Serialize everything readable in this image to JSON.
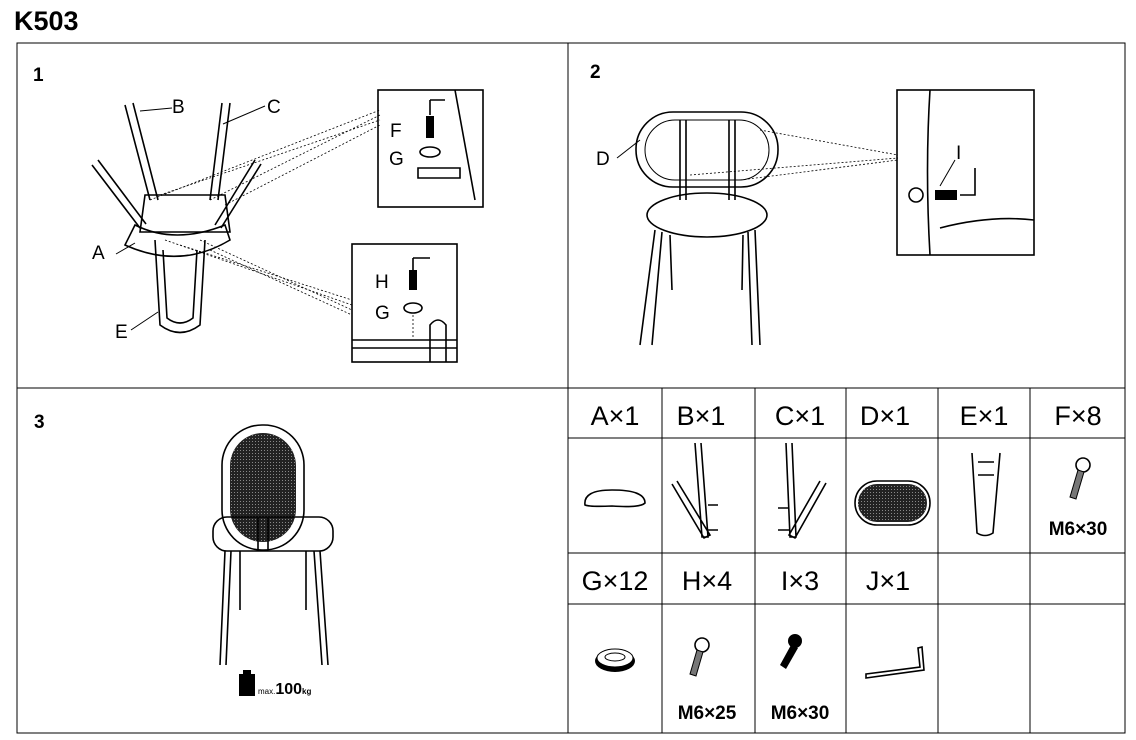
{
  "title": "K503",
  "steps": {
    "step1": {
      "number": "1",
      "labels": {
        "a": "A",
        "b": "B",
        "c": "C",
        "e": "E",
        "f": "F",
        "g1": "G",
        "h": "H",
        "g2": "G"
      }
    },
    "step2": {
      "number": "2",
      "labels": {
        "d": "D",
        "i": "I"
      }
    },
    "step3": {
      "number": "3",
      "weight_prefix": "max.",
      "weight_value": "100",
      "weight_unit": "kg"
    }
  },
  "parts": [
    {
      "label": "A×1",
      "spec": ""
    },
    {
      "label": "B×1",
      "spec": ""
    },
    {
      "label": "C×1",
      "spec": ""
    },
    {
      "label": "D×1",
      "spec": ""
    },
    {
      "label": "E×1",
      "spec": ""
    },
    {
      "label": "F×8",
      "spec": "M6×30"
    },
    {
      "label": "G×12",
      "spec": ""
    },
    {
      "label": "H×4",
      "spec": "M6×25"
    },
    {
      "label": "I×3",
      "spec": "M6×30"
    },
    {
      "label": "J×1",
      "spec": ""
    }
  ]
}
